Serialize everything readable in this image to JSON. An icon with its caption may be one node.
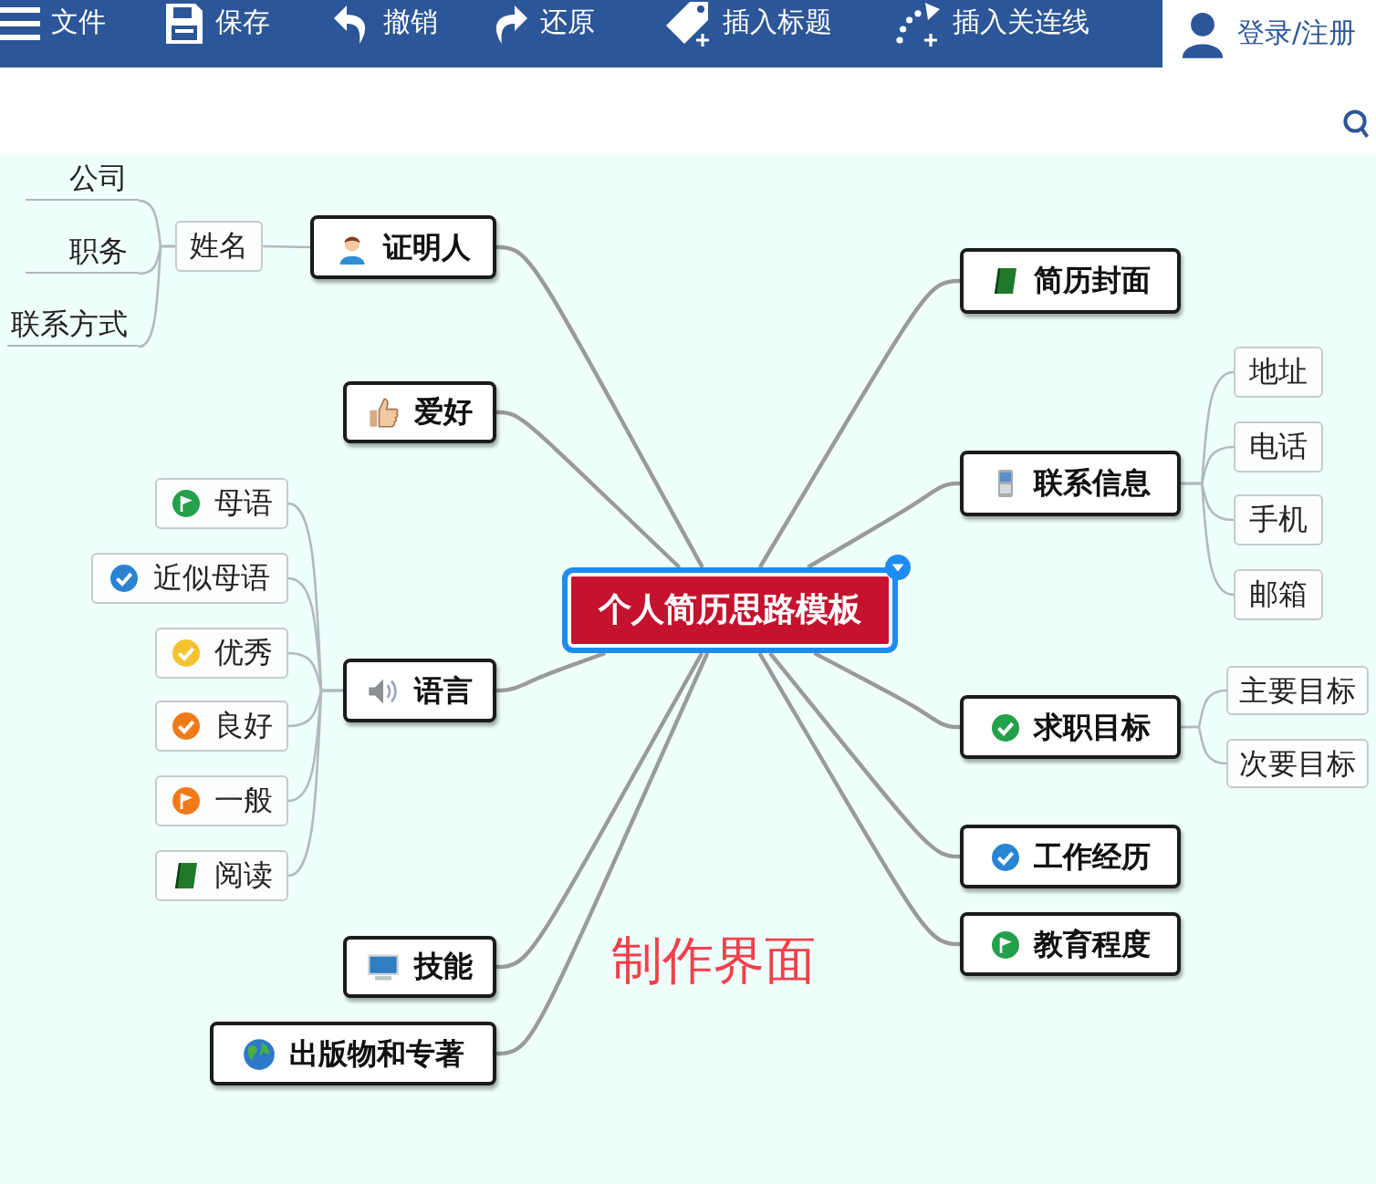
{
  "diagram": {
    "nodes": [
      {
        "text": [
          "个人简历思路模板"
        ]
      },
      {
        "text": [
          "证明人"
        ]
      },
      {
        "text": [
          "姓名"
        ]
      },
      {
        "text": [
          "公司"
        ]
      },
      {
        "text": [
          "职务"
        ]
      },
      {
        "text": [
          "联系方式"
        ]
      },
      {
        "text": [
          "爱好"
        ]
      },
      {
        "text": [
          "语言"
        ]
      },
      {
        "text": [
          "母语"
        ]
      },
      {
        "text": [
          "近似母语"
        ]
      },
      {
        "text": [
          "优秀"
        ]
      },
      {
        "text": [
          "良好"
        ]
      },
      {
        "text": [
          "一般"
        ]
      },
      {
        "text": [
          "阅读"
        ]
      },
      {
        "text": [
          "技能"
        ]
      },
      {
        "text": [
          "出版物和专著"
        ]
      },
      {
        "text": [
          "简历封面"
        ]
      },
      {
        "text": [
          "联系信息"
        ]
      },
      {
        "text": [
          "地址"
        ]
      },
      {
        "text": [
          "电话"
        ]
      },
      {
        "text": [
          "手机"
        ]
      },
      {
        "text": [
          "邮箱"
        ]
      },
      {
        "text": [
          "求职目标"
        ]
      },
      {
        "text": [
          "主要目标"
        ]
      },
      {
        "text": [
          "次要目标"
        ]
      },
      {
        "text": [
          "工作经历"
        ]
      },
      {
        "text": [
          "教育程度"
        ]
      }
    ],
    "edges": [
      {
        "from": 0,
        "to": 1,
        "arrow": "none"
      },
      {
        "from": 1,
        "to": 2,
        "arrow": "none"
      },
      {
        "from": 2,
        "to": 3,
        "arrow": "none"
      },
      {
        "from": 2,
        "to": 4,
        "arrow": "none"
      },
      {
        "from": 2,
        "to": 5,
        "arrow": "none"
      },
      {
        "from": 0,
        "to": 6,
        "arrow": "none"
      },
      {
        "from": 0,
        "to": 7,
        "arrow": "none"
      },
      {
        "from": 7,
        "to": 8,
        "arrow": "none"
      },
      {
        "from": 7,
        "to": 9,
        "arrow": "none"
      },
      {
        "from": 7,
        "to": 10,
        "arrow": "none"
      },
      {
        "from": 7,
        "to": 11,
        "arrow": "none"
      },
      {
        "from": 7,
        "to": 12,
        "arrow": "none"
      },
      {
        "from": 7,
        "to": 13,
        "arrow": "none"
      },
      {
        "from": 0,
        "to": 14,
        "arrow": "none"
      },
      {
        "from": 0,
        "to": 15,
        "arrow": "none"
      },
      {
        "from": 0,
        "to": 16,
        "arrow": "none"
      },
      {
        "from": 0,
        "to": 17,
        "arrow": "none"
      },
      {
        "from": 17,
        "to": 18,
        "arrow": "none"
      },
      {
        "from": 17,
        "to": 19,
        "arrow": "none"
      },
      {
        "from": 17,
        "to": 20,
        "arrow": "none"
      },
      {
        "from": 17,
        "to": 21,
        "arrow": "none"
      },
      {
        "from": 0,
        "to": 22,
        "arrow": "none"
      },
      {
        "from": 22,
        "to": 23,
        "arrow": "none"
      },
      {
        "from": 22,
        "to": 24,
        "arrow": "none"
      },
      {
        "from": 0,
        "to": 25,
        "arrow": "none"
      },
      {
        "from": 0,
        "to": 26,
        "arrow": "none"
      }
    ],
    "labels": [
      "文件",
      "保存",
      "撤销",
      "还原",
      "插入标题",
      "插入关连线",
      "登录/注册",
      "制作界面"
    ]
  }
}
